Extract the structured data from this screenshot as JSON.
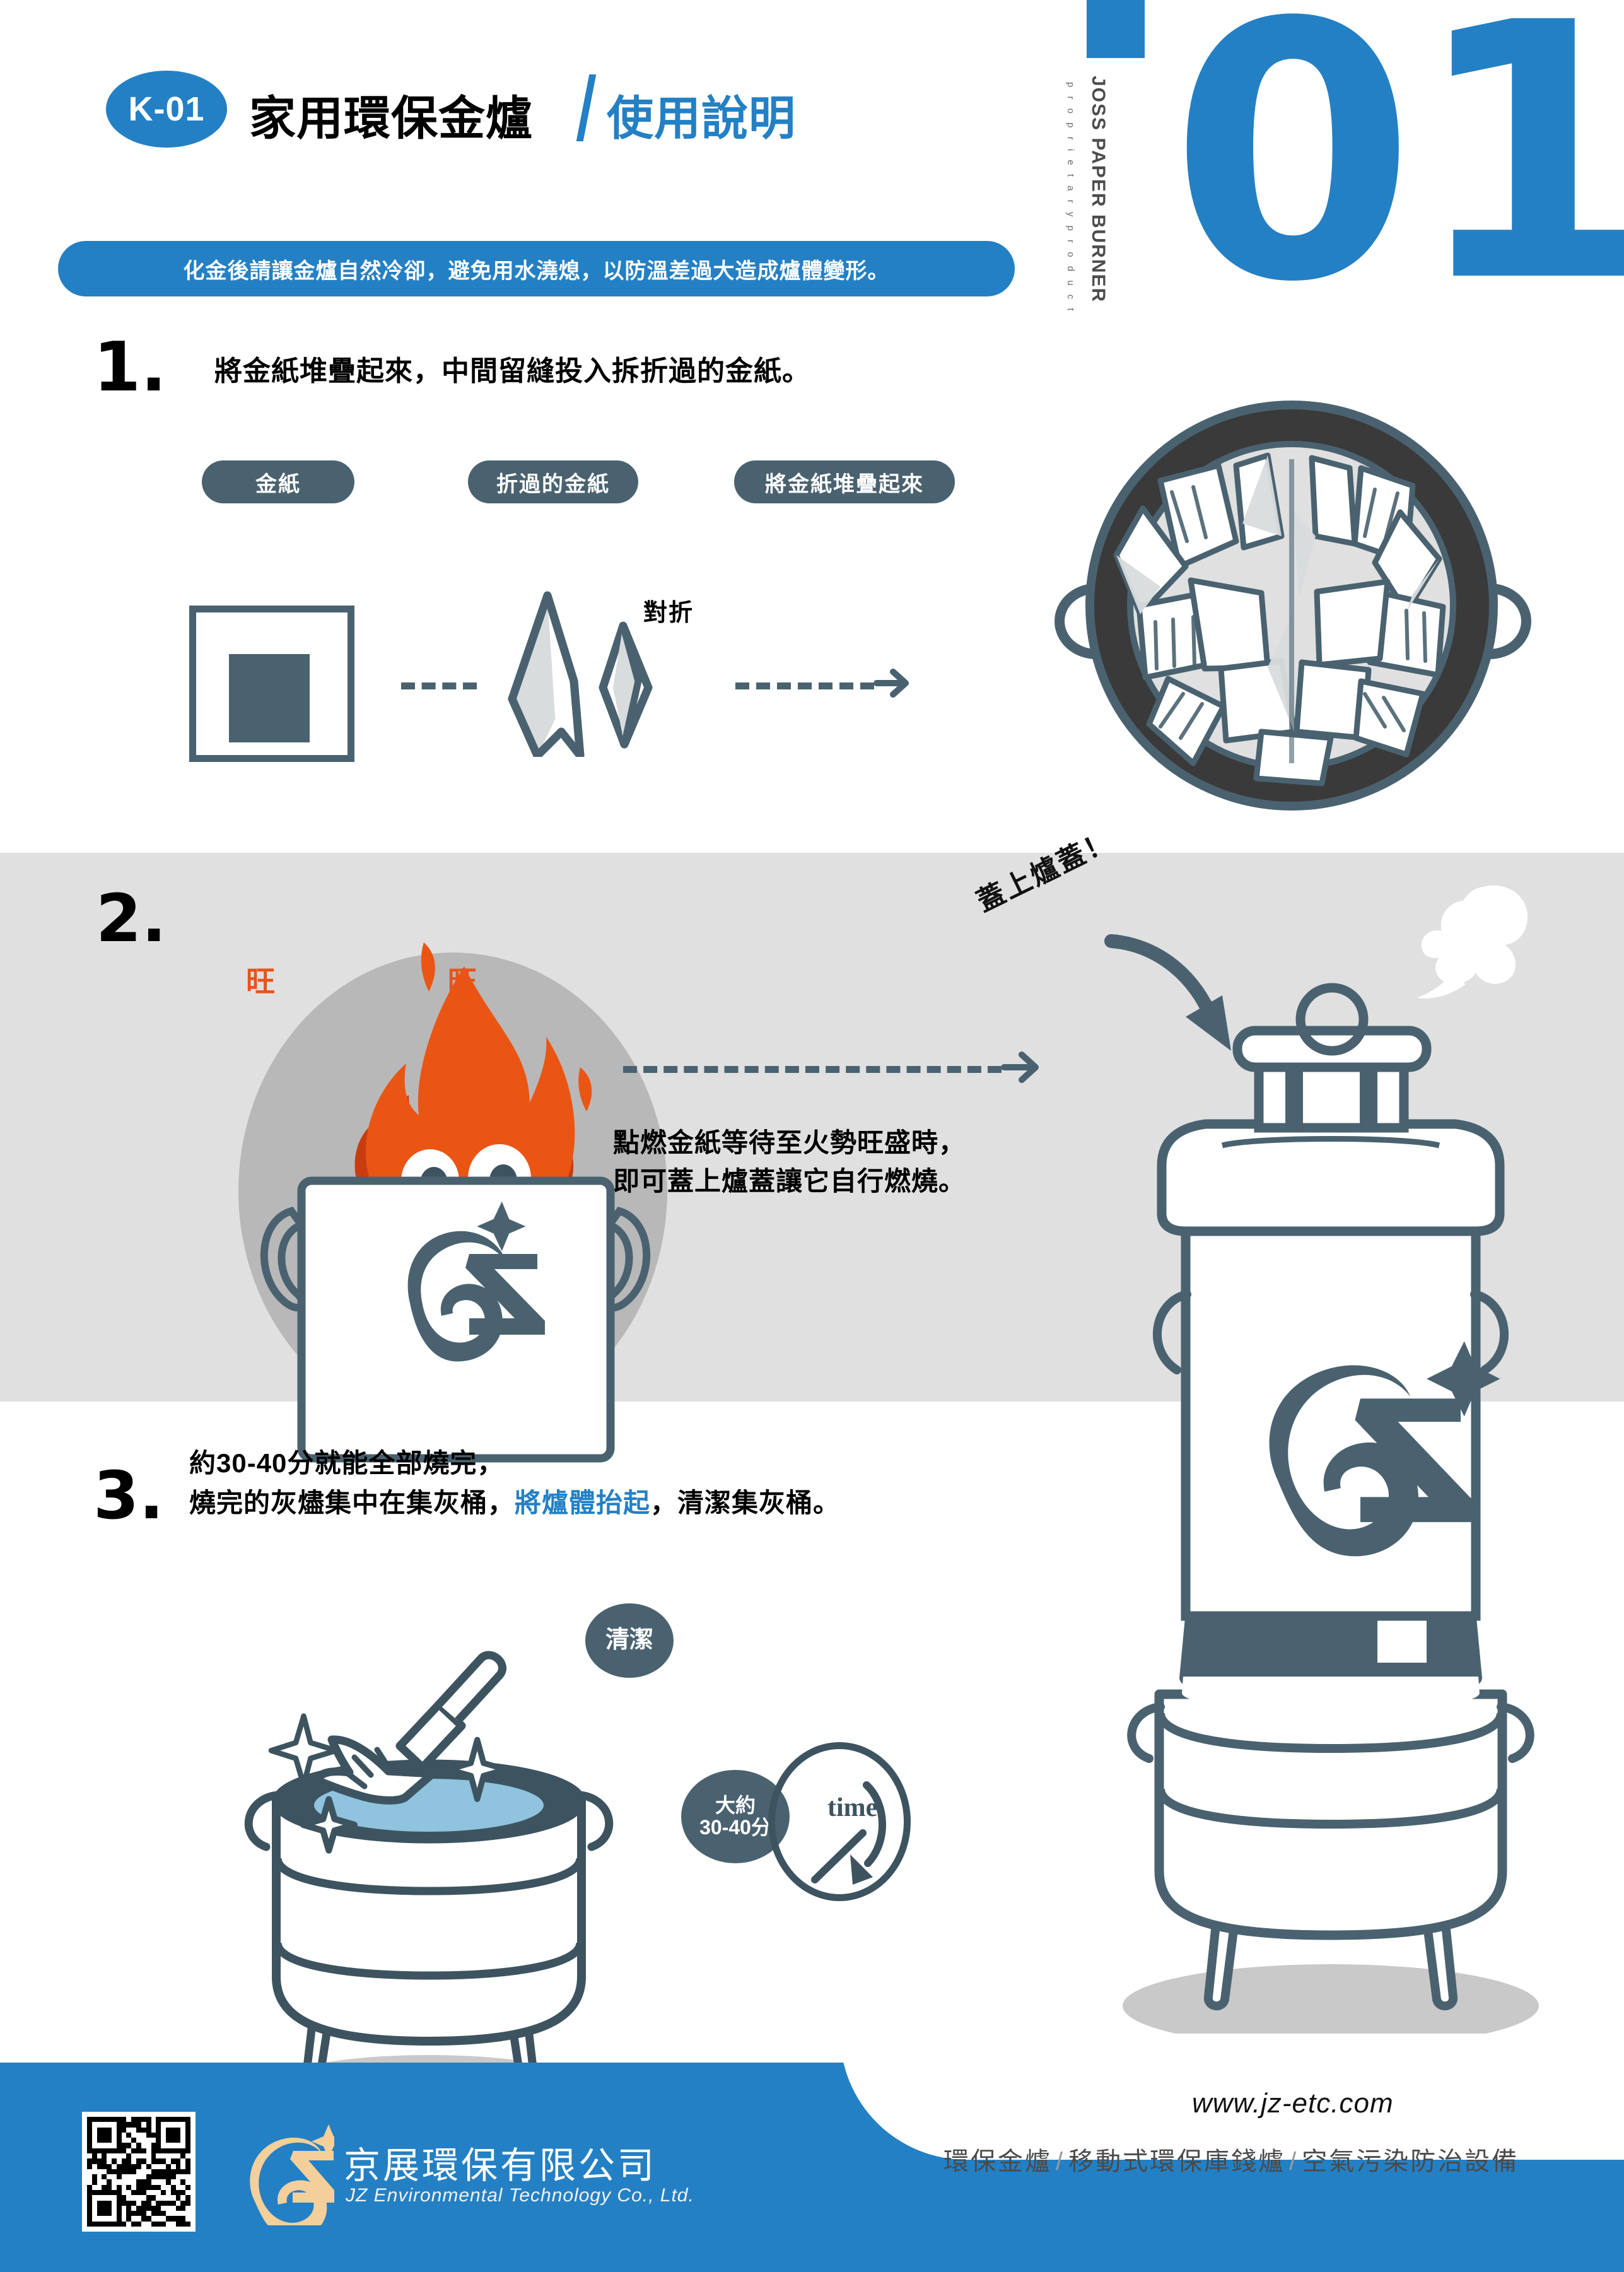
{
  "header": {
    "badge": "K-01",
    "title_main": "家用環保金爐",
    "title_sub": "使用說明",
    "notice": "化金後請讓金爐自然冷卻，避免用水澆熄，以防溫差過大造成爐體變形。"
  },
  "corner": {
    "vertical_label": "JOSS PAPER BURNER",
    "vertical_sub": "p r o p r i e t a r y   p r o d u c t",
    "number": "01"
  },
  "steps": [
    {
      "number": "1.",
      "text": "將金紙堆疊起來，中間留縫投入拆折過的金紙。",
      "pills": [
        "金紙",
        "折過的金紙",
        "將金紙堆疊起來"
      ],
      "fold_label": "對折"
    },
    {
      "number": "2.",
      "text_line1": "點燃金紙等待至火勢旺盛時，",
      "text_line2": "即可蓋上爐蓋讓它自行燃燒。",
      "lid_label": "蓋上爐蓋！",
      "flame_left": "旺",
      "flame_right": "旺"
    },
    {
      "number": "3.",
      "line1": "約30-40分就能全部燒完，",
      "line2_a": "燒完的灰燼集中在集灰桶，",
      "line2_highlight": "將爐體抬起",
      "line2_b": "，清潔集灰桶。",
      "clean_label": "清潔",
      "approx_label": "大約\n30-40分",
      "time_label": "time"
    }
  ],
  "footer": {
    "company_cn": "京展環保有限公司",
    "company_en": "JZ Environmental Technology Co., Ltd.",
    "url": "www.jz-etc.com",
    "categories": [
      "環保金爐",
      "移動式環保庫錢爐",
      "空氣污染防治設備"
    ]
  },
  "colors": {
    "brand_blue": "#2480c4",
    "slate": "#4a6270",
    "dark_slate": "#3d5460",
    "gray_band": "#e0e0e0",
    "gray_circle": "#b8b8b8",
    "flame_orange": "#ea5514",
    "flame_dark": "#c83c10",
    "logo_cream": "#f5cf9a"
  }
}
